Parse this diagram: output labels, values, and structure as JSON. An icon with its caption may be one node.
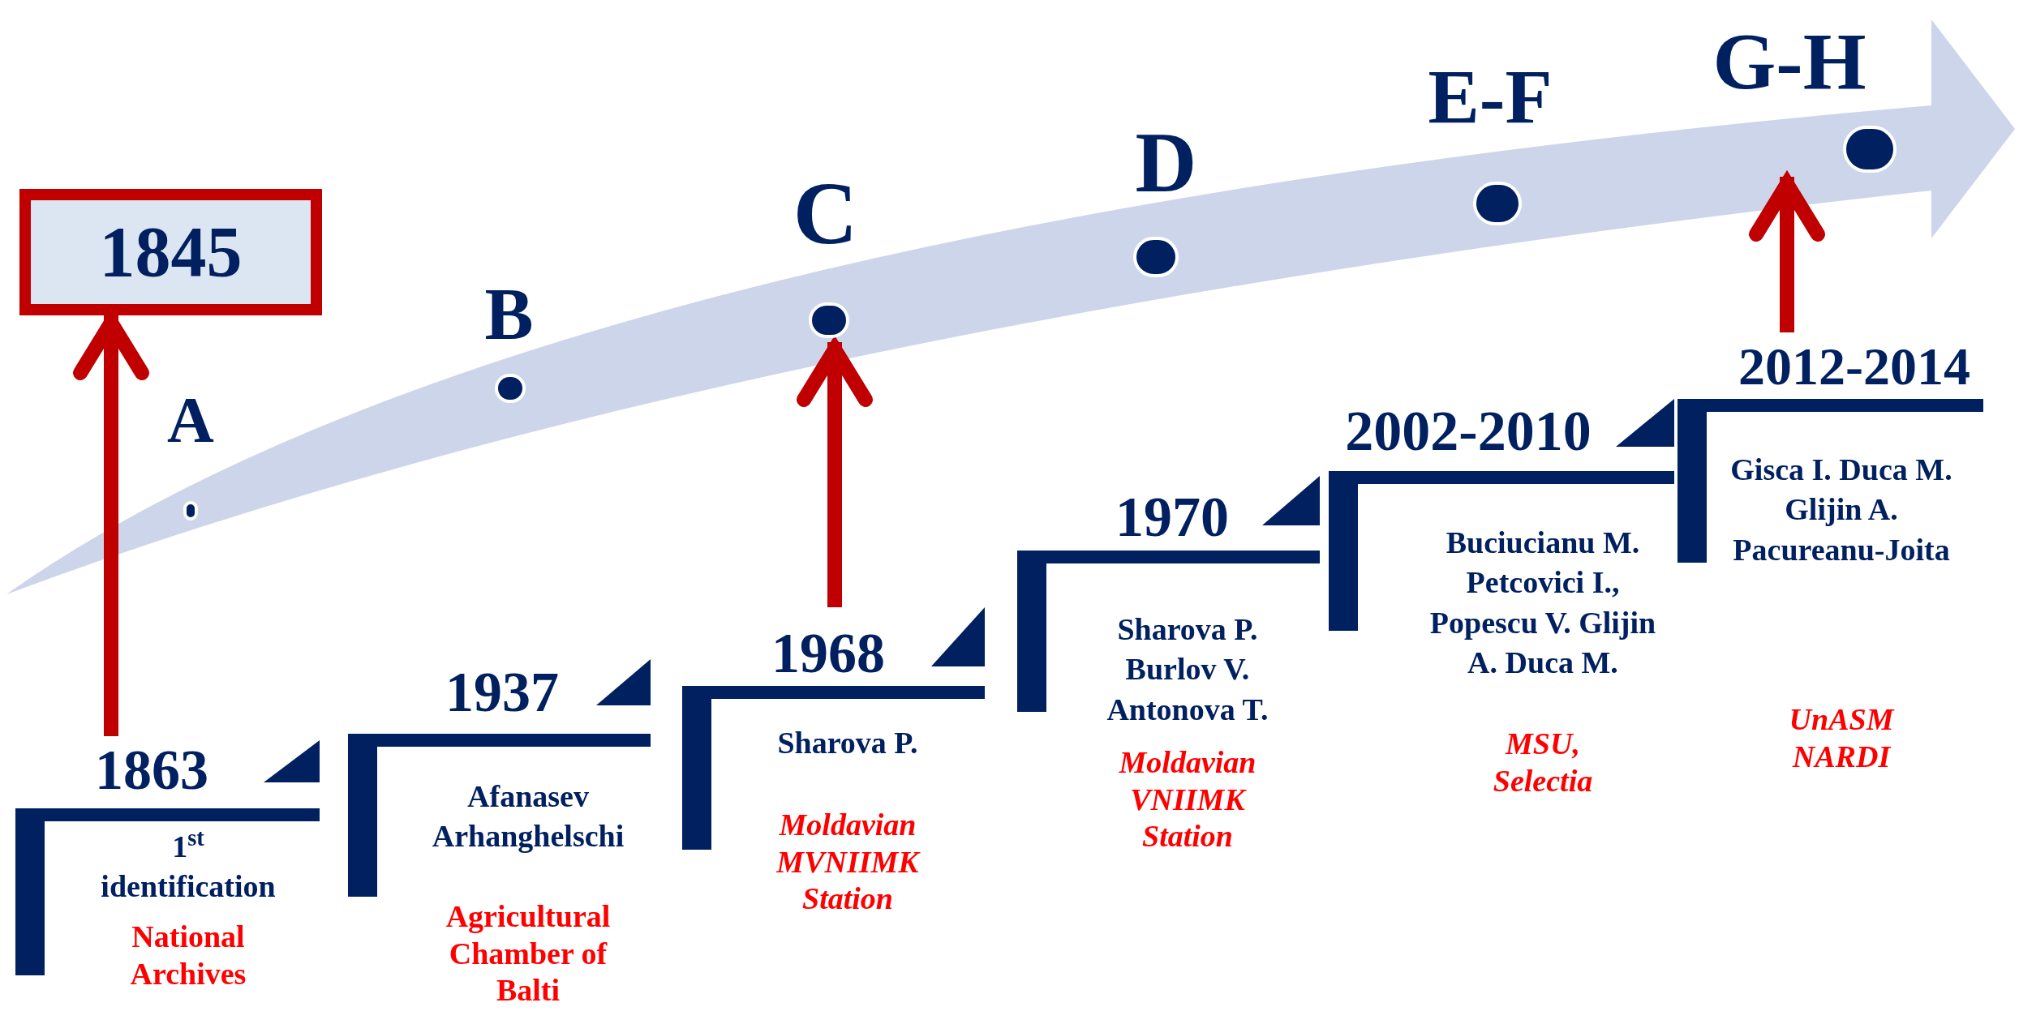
{
  "diagram": {
    "nodes": [
      {
        "text": [
          "1845"
        ]
      },
      {
        "text": [
          "A"
        ]
      },
      {
        "text": [
          "B"
        ]
      },
      {
        "text": [
          "C"
        ]
      },
      {
        "text": [
          "D"
        ]
      },
      {
        "text": [
          "E-F"
        ]
      },
      {
        "text": [
          "G-H"
        ]
      },
      {
        "text": [
          "1863",
          "1$^{st}$ identification",
          "National Archives"
        ]
      },
      {
        "text": [
          "1937",
          "Afanasev Arhanghelschi",
          "Agricultural Chamber of Balti"
        ]
      },
      {
        "text": [
          "1968",
          "Sharova P.",
          "Moldavian MVNIIMK Station"
        ]
      },
      {
        "text": [
          "1970",
          "Sharova P. Burlov V. Antonova T.",
          "Moldavian VNIIMK Station"
        ]
      },
      {
        "text": [
          "2002-2010",
          "Buciucianu M. Petcovici I., Popescu V. Glijin A. Duca M.",
          "MSU, Selectia"
        ]
      },
      {
        "text": [
          "2012-2014",
          "Gisca I. Duca M. Glijin A. Pacureanu-Joita",
          "UnASM NARDI"
        ]
      }
    ],
    "edges": [
      {
        "from": 7,
        "to": 0,
        "arrow": "to"
      },
      {
        "from": 9,
        "to": 3,
        "arrow": "to"
      },
      {
        "from": 12,
        "to": 6,
        "arrow": "to"
      }
    ]
  }
}
